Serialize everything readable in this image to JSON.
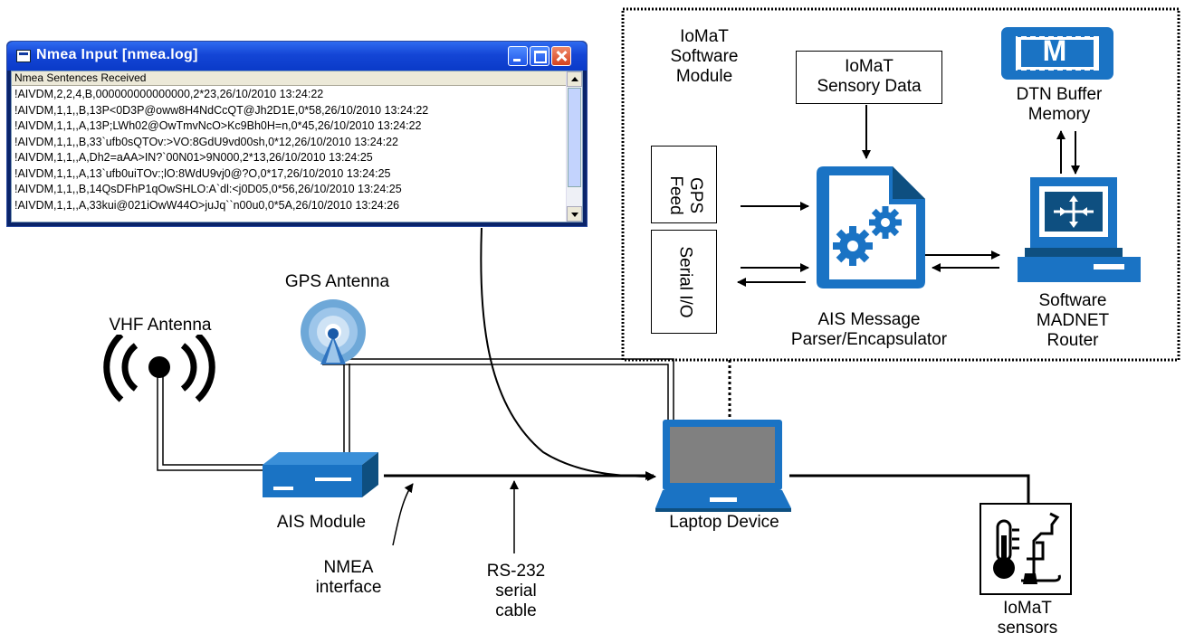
{
  "nmea_window": {
    "title": "Nmea Input [nmea.log]",
    "header": "Nmea Sentences Received",
    "rows": [
      "!AIVDM,2,2,4,B,000000000000000,2*23,26/10/2010 13:24:22",
      "!AIVDM,1,1,,B,13P<0D3P@oww8H4NdCcQT@Jh2D1E,0*58,26/10/2010 13:24:22",
      "!AIVDM,1,1,,A,13P;LWh02@OwTmvNcO>Kc9Bh0H=n,0*45,26/10/2010 13:24:22",
      "!AIVDM,1,1,,B,33`ufb0sQTOv:>VO:8GdU9vd00sh,0*12,26/10/2010 13:24:22",
      "!AIVDM,1,1,,A,Dh2=aAA>IN?`00N01>9N000,2*13,26/10/2010 13:24:25",
      "!AIVDM,1,1,,A,13`ufb0uiTOv:;lO:8WdU9vj0@?O,0*17,26/10/2010 13:24:25",
      "!AIVDM,1,1,,B,14QsDFhP1qOwSHLO:A`dl:<j0D05,0*56,26/10/2010 13:24:25",
      "!AIVDM,1,1,,A,33kui@021iOwW44O>juJq``n00u0,0*5A,26/10/2010 13:24:26"
    ]
  },
  "software_module": {
    "title_lines": [
      "IoMaT",
      "Software",
      "Module"
    ],
    "sensory_data": [
      "IoMaT",
      "Sensory Data"
    ],
    "gps_feed": [
      "GPS",
      "Feed"
    ],
    "serial_io": "Serial I/O",
    "dtn_buffer": [
      "DTN Buffer",
      "Memory"
    ],
    "memory_chip_letter": "M",
    "parser": [
      "AIS Message",
      "Parser/Encapsulator"
    ],
    "router": [
      "Software",
      "MADNET",
      "Router"
    ]
  },
  "labels": {
    "gps_antenna": "GPS Antenna",
    "vhf_antenna": "VHF Antenna",
    "ais_module": "AIS Module",
    "laptop": "Laptop Device",
    "nmea_interface": [
      "NMEA",
      "interface"
    ],
    "rs232": [
      "RS-232",
      "serial",
      "cable"
    ],
    "sensors": [
      "IoMaT",
      "sensors"
    ]
  },
  "colors": {
    "device_blue": "#1a73c4",
    "dark_blue": "#0e4f80",
    "line": "#000000",
    "window_title": "#1446d6"
  },
  "icons": [
    "vhf-antenna-icon",
    "gps-antenna-icon",
    "ais-module-icon",
    "laptop-icon",
    "memory-chip-icon",
    "router-computer-icon",
    "gear-document-icon",
    "thermometer-sensor-icon"
  ]
}
